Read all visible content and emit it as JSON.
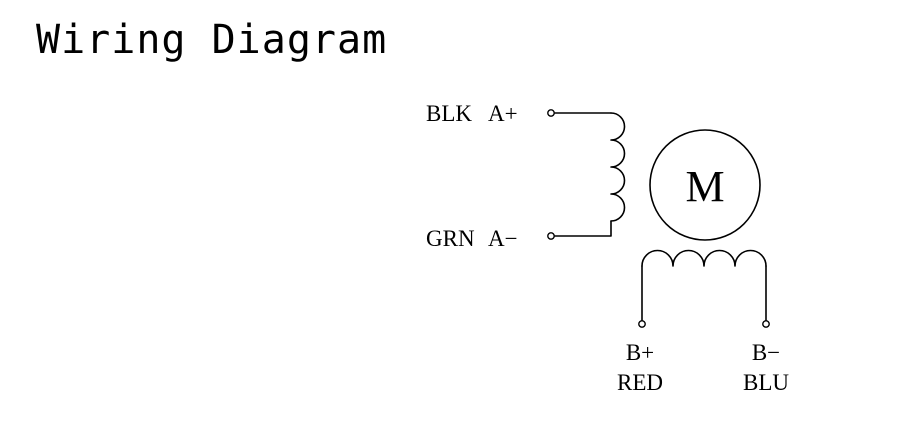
{
  "title": "Wiring Diagram",
  "motor": {
    "letter": "M"
  },
  "phase_a": {
    "plus": {
      "color": "BLK",
      "terminal": "A+"
    },
    "minus": {
      "color": "GRN",
      "terminal": "A−"
    }
  },
  "phase_b": {
    "plus": {
      "terminal": "B+",
      "color": "RED"
    },
    "minus": {
      "terminal": "B−",
      "color": "BLU"
    }
  }
}
